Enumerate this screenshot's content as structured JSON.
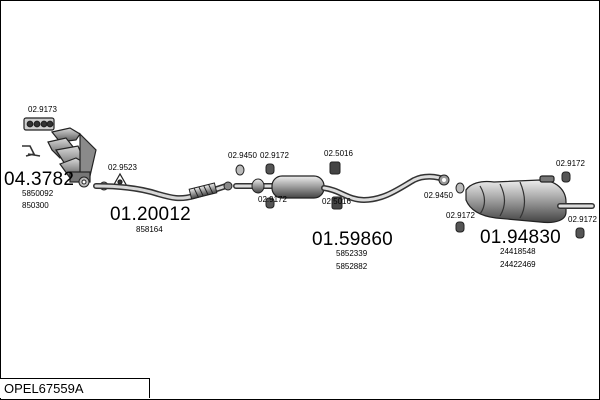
{
  "diagram": {
    "title": "OPEL67559A",
    "sections": [
      {
        "id": "front",
        "code": "04.3782",
        "refs": [
          "5850092",
          "850300"
        ]
      },
      {
        "id": "front-pipe",
        "code": "01.20012",
        "refs": [
          "858164"
        ]
      },
      {
        "id": "middle",
        "code": "01.59860",
        "refs": [
          "5852339",
          "5852882"
        ]
      },
      {
        "id": "rear",
        "code": "01.94830",
        "refs": [
          "24418548",
          "24422469"
        ]
      }
    ],
    "fittings": {
      "gasket_top": "02.9173",
      "clamp_front": "02.9523",
      "clamp_mid_1": "02.9450",
      "hanger_mid_1": "02.9172",
      "hanger_mid_2": "02.9172",
      "hanger_mid_3": "02.5016",
      "hanger_mid_4": "02.5016",
      "clamp_rear": "02.9450",
      "hanger_rear_1": "02.9172",
      "hanger_rear_2": "02.9172",
      "hanger_rear_3": "02.9172"
    }
  }
}
